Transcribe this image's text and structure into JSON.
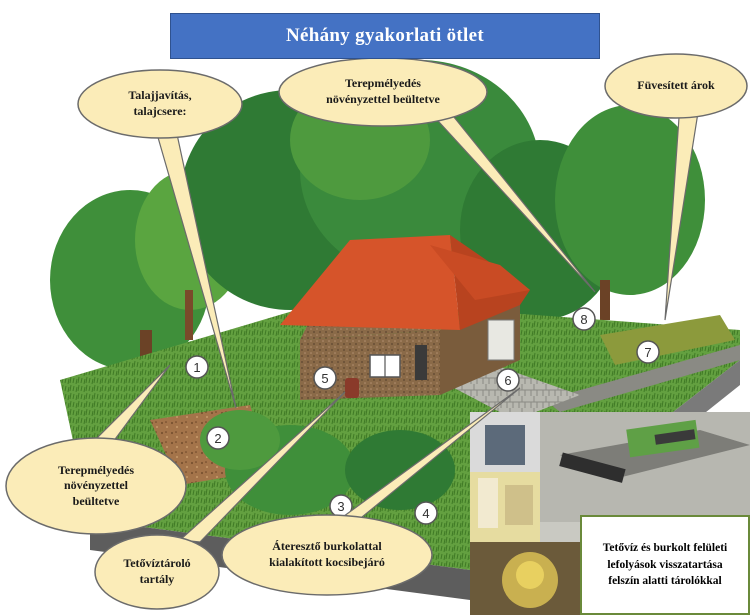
{
  "title": "Néhány gyakorlati ötlet",
  "callouts": {
    "talaj": "Talajjavítás,\ntalajcsere:",
    "terep_top": "Terepmélyedés\nnövényzettel beültetve",
    "fuves": "Füvesített árok",
    "terep_left": "Terepmélyedés\nnövényzettel\nbeültetve",
    "teto": "Tetővíztároló\ntartály",
    "ateresz": "Áteresztő burkolattal\nkialakított kocsibejáró"
  },
  "markers": [
    "1",
    "2",
    "3",
    "4",
    "5",
    "6",
    "7",
    "8"
  ],
  "info": "Tetővíz és burkolt felületi\nlefolyások visszatartása\nfelszín alatti tárolókkal",
  "colors": {
    "banner": "#4472c4",
    "callout": "#fbecb8",
    "roof": "#d6542a",
    "grass": "#6aa84f",
    "tree": "#3f8f3a"
  }
}
